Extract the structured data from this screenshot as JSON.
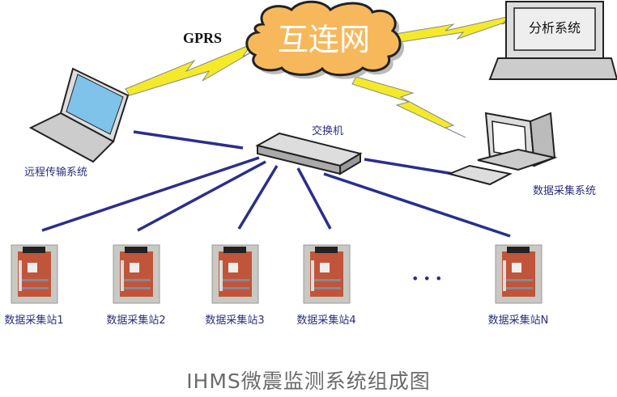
{
  "cloud": {
    "label": "互连网",
    "color": "#f7b85c"
  },
  "gprs_label": "GPRS",
  "analysis_label": "分析系统",
  "remote_label": "远程传输系统",
  "switch_label": "交换机",
  "daq_label": "数据采集系统",
  "stations": [
    {
      "label": "数据采集站1"
    },
    {
      "label": "数据采集站2"
    },
    {
      "label": "数据采集站3"
    },
    {
      "label": "数据采集站4"
    },
    {
      "label": "数据采集站N"
    }
  ],
  "ellipsis": "• • •",
  "title": "IHMS微震监测系统组成图",
  "colors": {
    "link": "#2b2e8c",
    "lightning": "#f4ea2a"
  }
}
